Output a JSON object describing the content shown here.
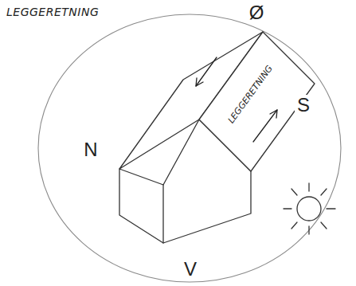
{
  "diagram": {
    "labels": [
      "LEGGERETNING",
      "Ø",
      "S",
      "N",
      "V",
      "LEGGERETNING"
    ]
  }
}
